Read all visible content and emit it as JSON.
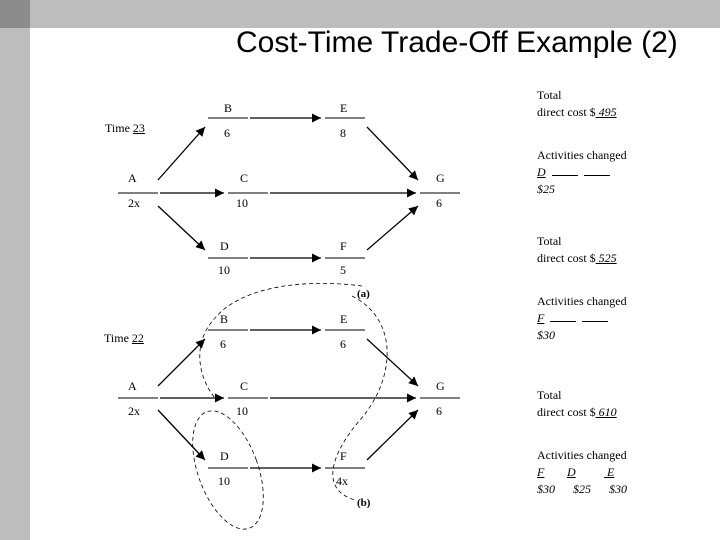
{
  "title": "Cost-Time Trade-Off Example (2)",
  "network_top": {
    "time_label": "Time",
    "time_value": "23",
    "nodes": [
      {
        "id": "B",
        "dur": "6"
      },
      {
        "id": "E",
        "dur": "8"
      },
      {
        "id": "A",
        "dur": "2x"
      },
      {
        "id": "C",
        "dur": "10"
      },
      {
        "id": "G",
        "dur": "6"
      },
      {
        "id": "D",
        "dur": "10"
      },
      {
        "id": "F",
        "dur": "5"
      }
    ],
    "tag": "(a)"
  },
  "network_bottom": {
    "time_label": "Time",
    "time_value": "22",
    "nodes": [
      {
        "id": "B",
        "dur": "6"
      },
      {
        "id": "E",
        "dur": "6"
      },
      {
        "id": "A",
        "dur": "2x"
      },
      {
        "id": "C",
        "dur": "10"
      },
      {
        "id": "G",
        "dur": "6"
      },
      {
        "id": "D",
        "dur": "10"
      },
      {
        "id": "F",
        "dur": "4x"
      }
    ],
    "tag": "(b)"
  },
  "panel": {
    "total1_line1": "Total",
    "total1_line2_prefix": "direct cost $",
    "total1_value": " 495",
    "changed1_label": "Activities changed",
    "changed1_act": " D",
    "changed1_cost": "$25",
    "total2_line1": "Total",
    "total2_line2_prefix": "direct cost $",
    "total2_value": " 525",
    "changed2_label": "Activities changed",
    "changed2_act": " F",
    "changed2_cost": "$30",
    "total3_line1": "Total",
    "total3_line2_prefix": "direct cost $",
    "total3_value": " 610",
    "changed3_label": "Activities changed",
    "changed3_acts": [
      " F",
      " D",
      " E"
    ],
    "changed3_costs": [
      "$30",
      "$25",
      "$30"
    ]
  },
  "colors": {
    "bar": "#bdbdbd",
    "corner": "#8c8c8c",
    "ink": "#000000"
  }
}
